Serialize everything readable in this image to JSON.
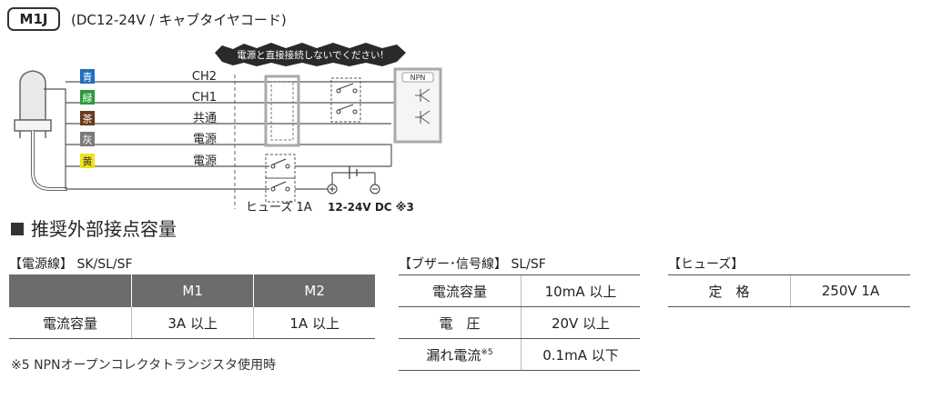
{
  "header": {
    "model": "M1J",
    "spec": "(DC12-24V / キャブタイヤコード)"
  },
  "diagram": {
    "warning": "電源と直接接続しないでください!",
    "npn_label": "NPN",
    "wires": [
      {
        "color_name": "青",
        "color": "#1f6fbf",
        "text_color": "#ffffff",
        "label": "CH2"
      },
      {
        "color_name": "緑",
        "color": "#2e9a3a",
        "text_color": "#ffffff",
        "label": "CH1"
      },
      {
        "color_name": "茶",
        "color": "#6b3a1e",
        "text_color": "#ffffff",
        "label": "共通"
      },
      {
        "color_name": "灰",
        "color": "#7a7a7a",
        "text_color": "#ffffff",
        "label": "電源"
      },
      {
        "color_name": "黄",
        "color": "#f2e21c",
        "text_color": "#333333",
        "label": "電源"
      }
    ],
    "fuse_label": "ヒューズ 1A",
    "dc_label": "12-24V DC ※3"
  },
  "section": {
    "heading": "推奨外部接点容量"
  },
  "power_table": {
    "caption": "【電源線】 SK/SL/SF",
    "headers": [
      "",
      "M1",
      "M2"
    ],
    "rows": [
      [
        "電流容量",
        "3A 以上",
        "1A 以上"
      ]
    ]
  },
  "signal_table": {
    "caption": "【ブザー･信号線】 SL/SF",
    "rows": [
      {
        "label": "電流容量",
        "value": "10mA 以上"
      },
      {
        "label": "電　圧",
        "value": "20V 以上"
      },
      {
        "label": "漏れ電流",
        "sup": "※5",
        "value": "0.1mA 以下"
      }
    ]
  },
  "fuse_table": {
    "caption": "【ヒューズ】",
    "rows": [
      {
        "label": "定　格",
        "value": "250V 1A"
      }
    ]
  },
  "footnote": "※5 NPNオープンコレクタトランジスタ使用時"
}
